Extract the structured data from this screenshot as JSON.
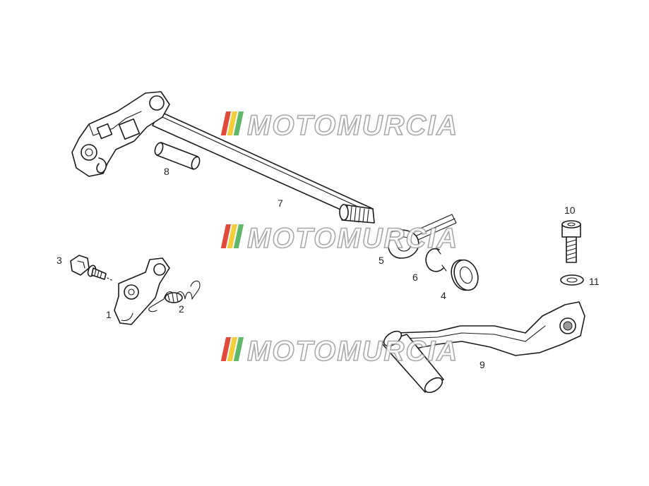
{
  "callouts": [
    {
      "id": "1",
      "label": "1"
    },
    {
      "id": "2",
      "label": "2"
    },
    {
      "id": "3",
      "label": "3"
    },
    {
      "id": "4",
      "label": "4"
    },
    {
      "id": "5",
      "label": "5"
    },
    {
      "id": "6",
      "label": "6"
    },
    {
      "id": "7",
      "label": "7"
    },
    {
      "id": "8",
      "label": "8"
    },
    {
      "id": "9",
      "label": "9"
    },
    {
      "id": "10",
      "label": "10"
    },
    {
      "id": "11",
      "label": "11"
    }
  ],
  "watermark": {
    "text": "MOTOMURCIA",
    "colors": {
      "red": "#e24a3c",
      "yellow": "#f2cf3a",
      "green": "#5fb86a",
      "outline": "#9a9a9a"
    }
  }
}
